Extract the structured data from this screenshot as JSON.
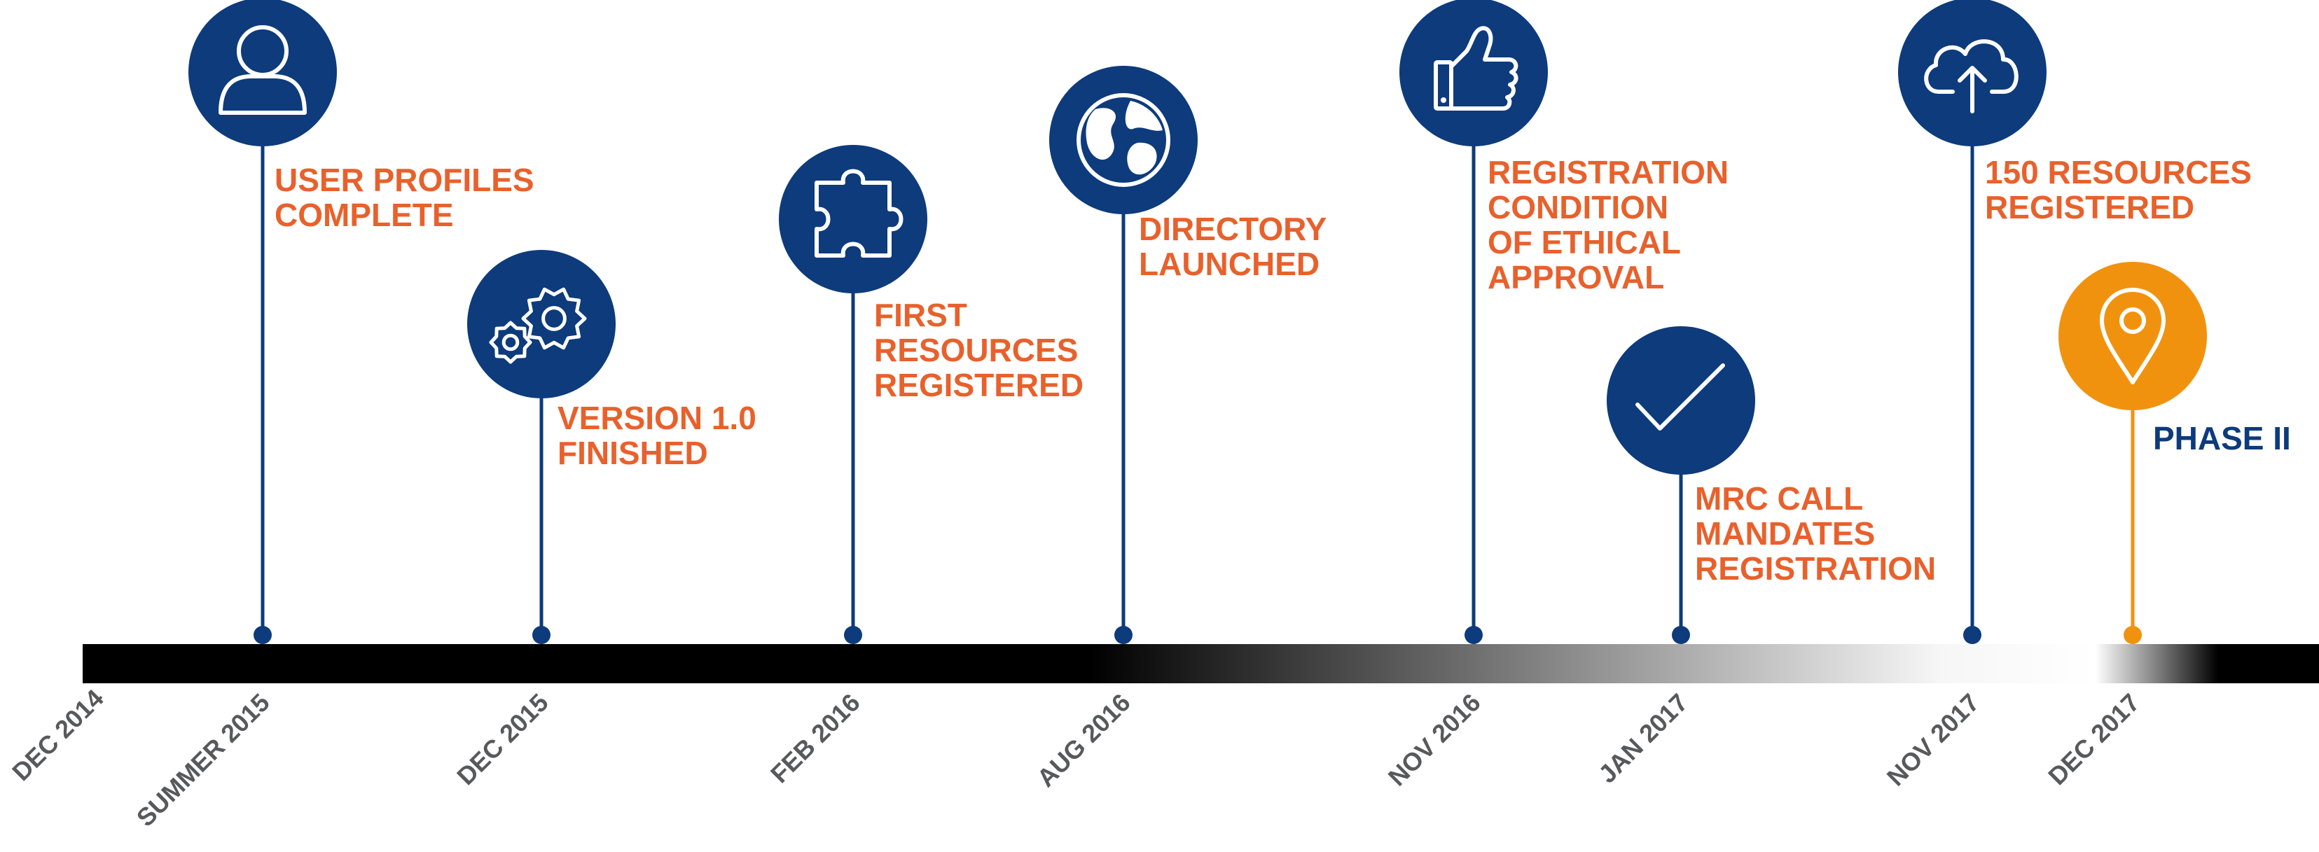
{
  "colors": {
    "navy": "#0d3b7c",
    "orange": "#e8612c",
    "amber": "#f1920f",
    "date_gray": "#58595b",
    "bar": "#000000"
  },
  "start_date": "DEC 2014",
  "milestones": [
    {
      "id": "user-profiles",
      "icon": "user-icon",
      "lines": [
        "USER PROFILES",
        "COMPLETE"
      ],
      "date": "SUMMER 2015",
      "style": "navy"
    },
    {
      "id": "version-1",
      "icon": "gears-icon",
      "lines": [
        "VERSION 1.0",
        "FINISHED"
      ],
      "date": "DEC 2015",
      "style": "navy"
    },
    {
      "id": "first-resources",
      "icon": "puzzle-icon",
      "lines": [
        "FIRST",
        "RESOURCES",
        "REGISTERED"
      ],
      "date": "FEB 2016",
      "style": "navy"
    },
    {
      "id": "directory",
      "icon": "globe-icon",
      "lines": [
        "DIRECTORY",
        "LAUNCHED"
      ],
      "date": "AUG 2016",
      "style": "navy"
    },
    {
      "id": "registration-condition",
      "icon": "thumbs-up-icon",
      "lines": [
        "REGISTRATION",
        "CONDITION",
        "OF ETHICAL",
        "APPROVAL"
      ],
      "date": "NOV 2016",
      "style": "navy"
    },
    {
      "id": "mrc-call",
      "icon": "checkmark-icon",
      "lines": [
        "MRC CALL",
        "MANDATES",
        "REGISTRATION"
      ],
      "date": "JAN 2017",
      "style": "navy"
    },
    {
      "id": "150-resources",
      "icon": "cloud-upload-icon",
      "lines": [
        "150 RESOURCES",
        "REGISTERED"
      ],
      "date": "NOV 2017",
      "style": "navy"
    },
    {
      "id": "phase-2",
      "icon": "location-pin-icon",
      "lines": [
        "PHASE II"
      ],
      "date": "DEC 2017",
      "style": "amber"
    }
  ]
}
